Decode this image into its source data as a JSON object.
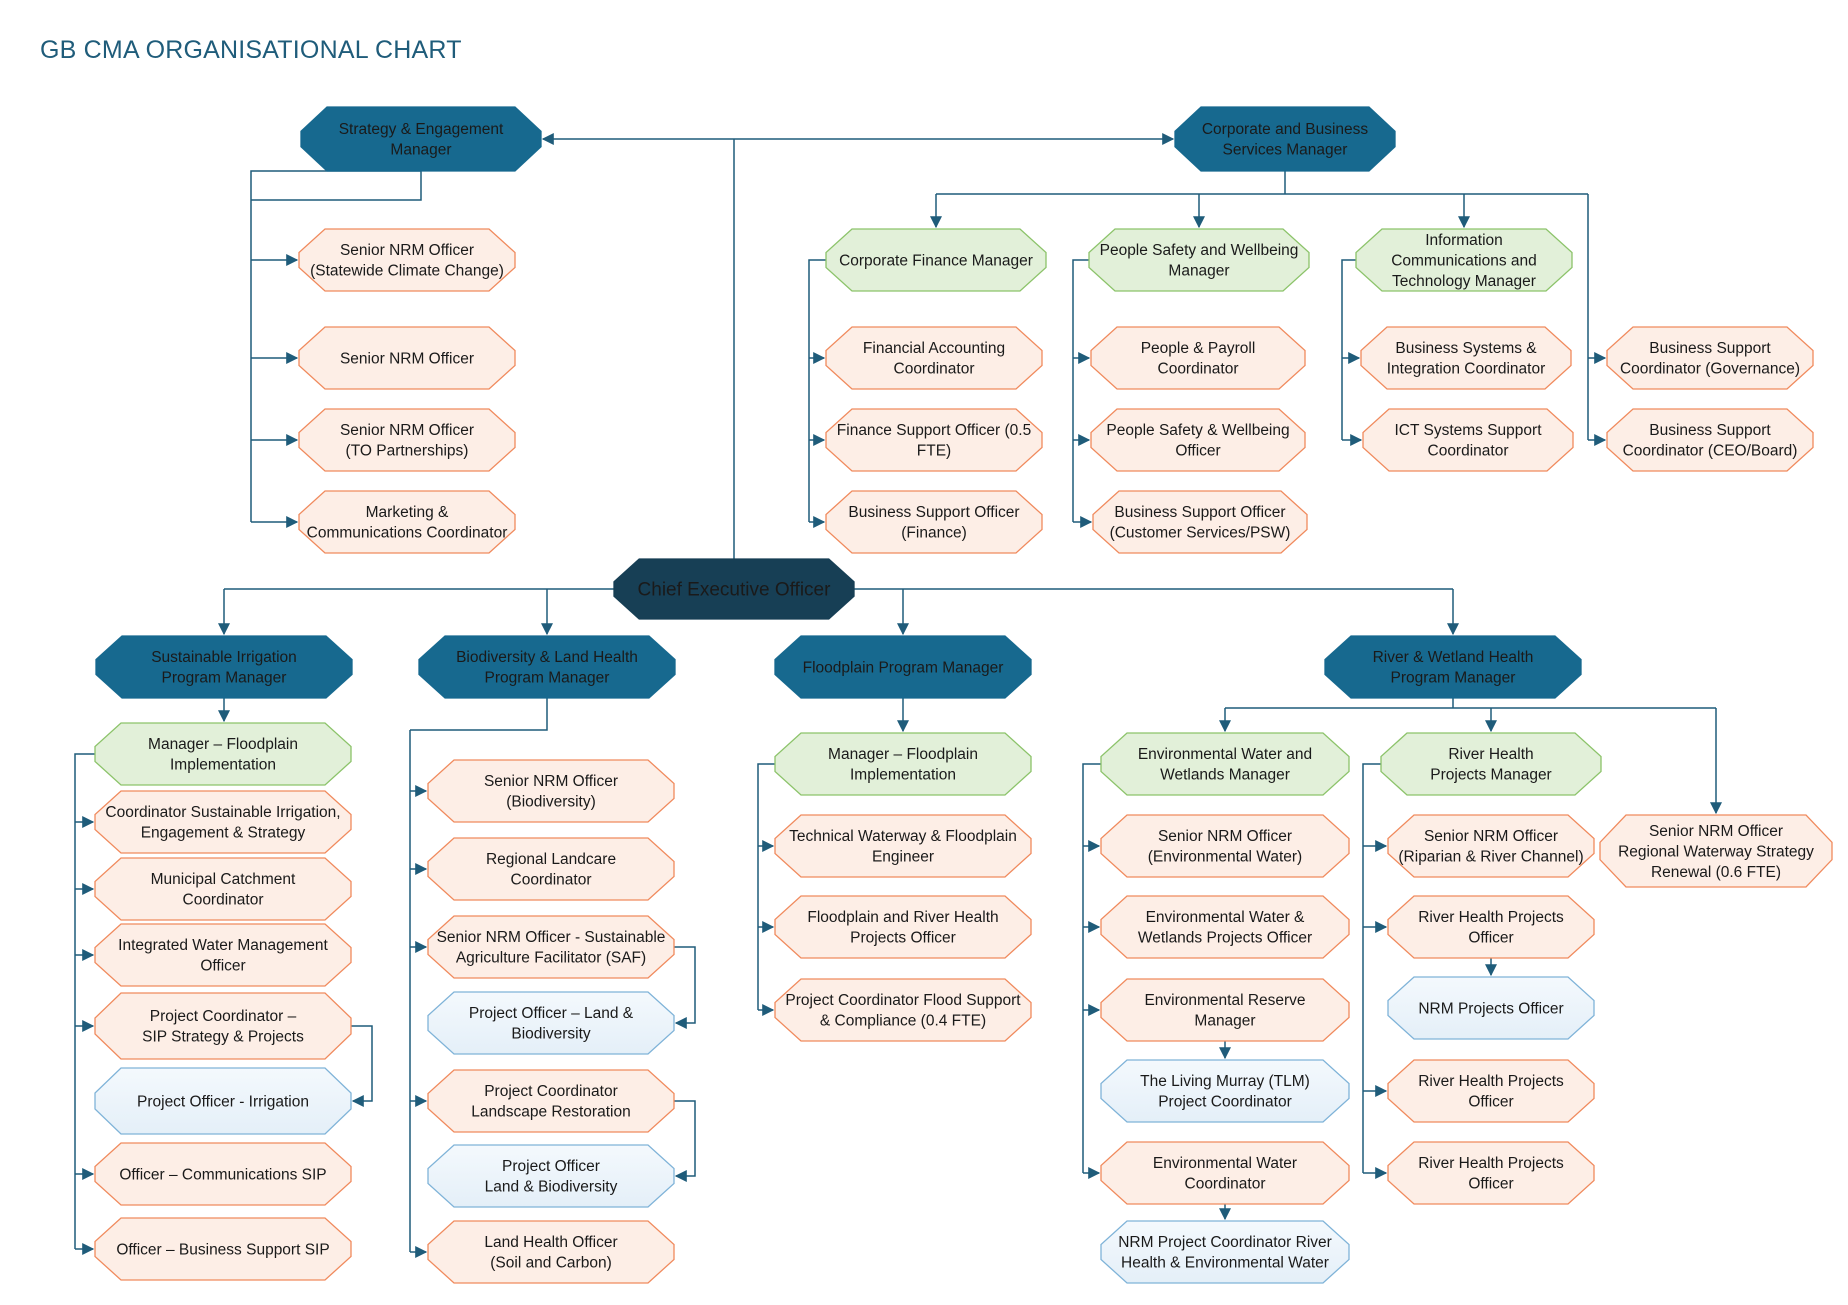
{
  "title": "GB CMA ORGANISATIONAL CHART",
  "colors": {
    "ceo_fill": "#173F55",
    "manager_fill": "#17698F",
    "sub_fill": "#E2F0D9",
    "sub_stroke": "#8CC36A",
    "role_fill": "#FDEEE6",
    "role_stroke": "#F08A5D",
    "vacant_fill": "#EEF5FB",
    "vacant_stroke": "#7FB3D8",
    "connector": "#1F5C7A",
    "title": "#1F5C7A"
  },
  "nodes": {
    "ceo": {
      "lines": [
        "Chief Executive Officer"
      ]
    },
    "strategy": {
      "lines": [
        "Strategy & Engagement",
        "Manager"
      ]
    },
    "corporate": {
      "lines": [
        "Corporate and Business",
        "Services Manager"
      ]
    },
    "sne1": {
      "lines": [
        "Senior NRM Officer",
        "(Statewide Climate Change)"
      ]
    },
    "sne2": {
      "lines": [
        "Senior NRM Officer"
      ]
    },
    "sne3": {
      "lines": [
        "Senior NRM Officer",
        "(TO Partnerships)"
      ]
    },
    "sne4": {
      "lines": [
        "Marketing &",
        "Communications Coordinator"
      ]
    },
    "cfm": {
      "lines": [
        "Corporate Finance Manager"
      ]
    },
    "pswm": {
      "lines": [
        "People Safety and Wellbeing",
        "Manager"
      ]
    },
    "ictm": {
      "lines": [
        "Information",
        "Communications and",
        "Technology Manager"
      ]
    },
    "fac": {
      "lines": [
        "Financial Accounting",
        "Coordinator"
      ]
    },
    "fso": {
      "lines": [
        "Finance Support Officer (0.5",
        "FTE)"
      ]
    },
    "bsof": {
      "lines": [
        "Business Support Officer",
        "(Finance)"
      ]
    },
    "ppc": {
      "lines": [
        "People & Payroll",
        "Coordinator"
      ]
    },
    "pswo": {
      "lines": [
        "People Safety & Wellbeing",
        "Officer"
      ]
    },
    "bsoc": {
      "lines": [
        "Business Support Officer",
        "(Customer Services/PSW)"
      ]
    },
    "bsic": {
      "lines": [
        "Business Systems &",
        "Integration Coordinator"
      ]
    },
    "icts": {
      "lines": [
        "ICT Systems Support",
        "Coordinator"
      ]
    },
    "bscg": {
      "lines": [
        "Business Support",
        "Coordinator (Governance)"
      ]
    },
    "bscc": {
      "lines": [
        "Business Support",
        "Coordinator (CEO/Board)"
      ]
    },
    "sipm": {
      "lines": [
        "Sustainable Irrigation",
        "Program Manager"
      ]
    },
    "blhm": {
      "lines": [
        "Biodiversity & Land Health",
        "Program Manager"
      ]
    },
    "fpm": {
      "lines": [
        "Floodplain Program Manager"
      ]
    },
    "rwhm": {
      "lines": [
        "River & Wetland Health",
        "Program Manager"
      ]
    },
    "mfi1": {
      "lines": [
        "Manager – Floodplain",
        "Implementation"
      ]
    },
    "csie": {
      "lines": [
        "Coordinator Sustainable Irrigation,",
        "Engagement & Strategy"
      ]
    },
    "mcc": {
      "lines": [
        "Municipal Catchment",
        "Coordinator"
      ]
    },
    "iwmo": {
      "lines": [
        "Integrated Water Management",
        "Officer"
      ]
    },
    "pcsip": {
      "lines": [
        "Project Coordinator –",
        "SIP Strategy & Projects"
      ]
    },
    "poi": {
      "lines": [
        "Project Officer - Irrigation"
      ]
    },
    "ocs": {
      "lines": [
        "Officer – Communications SIP"
      ]
    },
    "obs": {
      "lines": [
        "Officer – Business Support SIP"
      ]
    },
    "snb": {
      "lines": [
        "Senior NRM Officer",
        "(Biodiversity)"
      ]
    },
    "rlc": {
      "lines": [
        "Regional Landcare",
        "Coordinator"
      ]
    },
    "saf": {
      "lines": [
        "Senior NRM Officer -  Sustainable",
        "Agriculture Facilitator (SAF)"
      ]
    },
    "polb": {
      "lines": [
        "Project Officer – Land &",
        "Biodiversity"
      ]
    },
    "pclr": {
      "lines": [
        "Project Coordinator",
        "Landscape Restoration"
      ]
    },
    "polb2": {
      "lines": [
        "Project Officer",
        "Land & Biodiversity"
      ]
    },
    "lho": {
      "lines": [
        "Land Health Officer",
        "(Soil and Carbon)"
      ]
    },
    "mfi2": {
      "lines": [
        "Manager – Floodplain",
        "Implementation"
      ]
    },
    "twfe": {
      "lines": [
        "Technical Waterway & Floodplain",
        "Engineer"
      ]
    },
    "frhp": {
      "lines": [
        "Floodplain and River Health",
        "Projects Officer"
      ]
    },
    "pcfs": {
      "lines": [
        "Project Coordinator Flood Support",
        "& Compliance (0.4 FTE)"
      ]
    },
    "ewwm": {
      "lines": [
        "Environmental Water and",
        "Wetlands Manager"
      ]
    },
    "rhpm": {
      "lines": [
        "River Health",
        "Projects Manager"
      ]
    },
    "snrw": {
      "lines": [
        "Senior NRM Officer",
        "Regional Waterway Strategy",
        "Renewal (0.6 FTE)"
      ]
    },
    "snew": {
      "lines": [
        "Senior NRM Officer",
        "(Environmental Water)"
      ]
    },
    "ewwp": {
      "lines": [
        "Environmental Water &",
        "Wetlands Projects Officer"
      ]
    },
    "erm": {
      "lines": [
        "Environmental Reserve",
        "Manager"
      ]
    },
    "tlm": {
      "lines": [
        "The Living Murray (TLM)",
        "Project Coordinator"
      ]
    },
    "ewc": {
      "lines": [
        "Environmental Water",
        "Coordinator"
      ]
    },
    "nrmpc": {
      "lines": [
        "NRM Project Coordinator River",
        "Health & Environmental Water"
      ]
    },
    "snrc": {
      "lines": [
        "Senior NRM Officer",
        "(Riparian & River Channel)"
      ]
    },
    "rhpo1": {
      "lines": [
        "River Health Projects",
        "Officer"
      ]
    },
    "nrmpo": {
      "lines": [
        "NRM Projects Officer"
      ]
    },
    "rhpo2": {
      "lines": [
        "River Health Projects",
        "Officer"
      ]
    },
    "rhpo3": {
      "lines": [
        "River Health Projects",
        "Officer"
      ]
    }
  }
}
